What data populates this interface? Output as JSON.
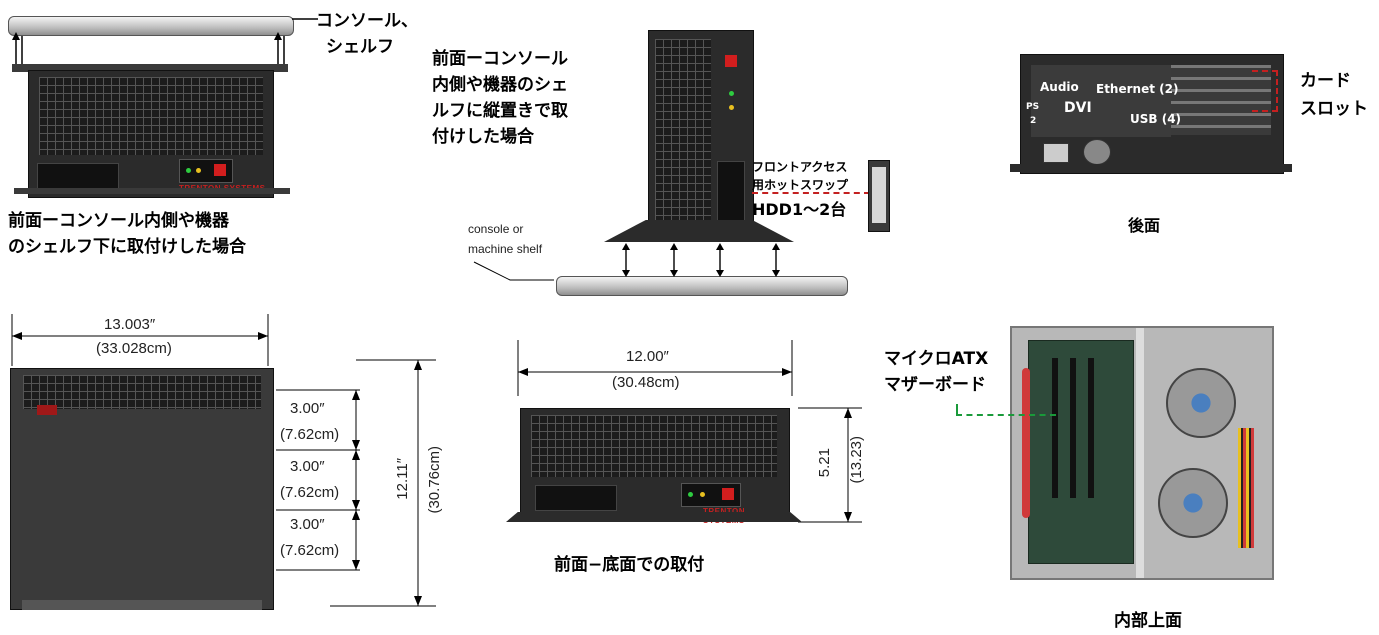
{
  "labels": {
    "console_shelf_line1": "コンソール、",
    "console_shelf_line2": "シェルフ",
    "front_under_line1": "前面ーコンソール内側や機器",
    "front_under_line2": "のシェルフ下に取付けした場合",
    "front_vertical_line1": "前面ーコンソール",
    "front_vertical_line2": "内側や機器のシェ",
    "front_vertical_line3": "ルフに縦置きで取",
    "front_vertical_line4": "付けした場合",
    "hdd_line1": "フロントアクセス",
    "hdd_line2": "用ホットスワップ",
    "hdd_line3": "HDD1～2台",
    "console_en_line1": "console or",
    "console_en_line2": "machine shelf",
    "rear_audio": "Audio",
    "rear_ethernet": "Ethernet (2)",
    "rear_ps": "PS",
    "rear_ps2": "2",
    "rear_dvi": "DVI",
    "rear_usb": "USB (4)",
    "card_slot_line1": "カード",
    "card_slot_line2": "スロット",
    "rear_caption": "後面",
    "front_bottom_caption": "前面−底面での取付",
    "micro_atx_line1": "マイクロATX",
    "micro_atx_line2": "マザーボード",
    "internal_caption": "内部上面",
    "brand": "TRENTON SYSTEMS"
  },
  "dimensions": {
    "width_in": "13.003″",
    "width_cm": "(33.028cm)",
    "slot1_in": "3.00″",
    "slot1_cm": "(7.62cm)",
    "slot2_in": "3.00″",
    "slot2_cm": "(7.62cm)",
    "slot3_in": "3.00″",
    "slot3_cm": "(7.62cm)",
    "depth_in": "12.11″",
    "depth_cm": "(30.76cm)",
    "front_width_in": "12.00″",
    "front_width_cm": "(30.48cm)",
    "height_in": "5.21",
    "height_cm": "(13.23)"
  },
  "colors": {
    "chassis": "#2b2b2b",
    "brand_red": "#c42020",
    "leader_red": "#c42020",
    "leader_green": "#1a9a3a"
  }
}
